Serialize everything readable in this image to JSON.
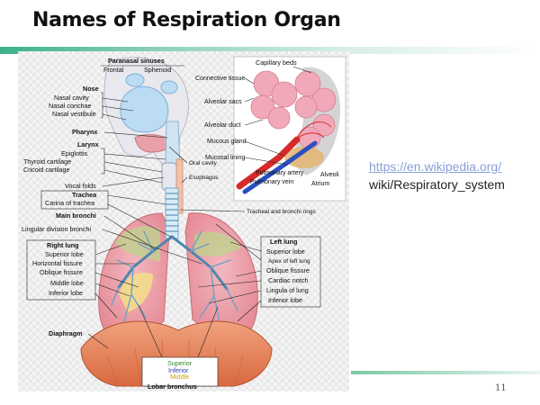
{
  "title": "Names of Respiration Organ",
  "source": {
    "link": "https://en.wikipedia.org/",
    "path": "wiki/Respiratory_system"
  },
  "page_number": "11",
  "diagram": {
    "sinuses": {
      "heading": "Paranasal sinuses",
      "items": [
        "Frontal",
        "Sphenoid"
      ]
    },
    "nose": {
      "heading": "Nose",
      "items": [
        "Nasal cavity",
        "Nasal conchae",
        "Nasal vestibule"
      ]
    },
    "pharynx": "Pharynx",
    "larynx": {
      "heading": "Larynx",
      "items": [
        "Epiglottis",
        "Thyroid cartilage",
        "Cricoid cartilage"
      ]
    },
    "vocal_folds": "Vocal folds",
    "trachea": {
      "heading": "Trachea",
      "items": [
        "Carina of trachea"
      ]
    },
    "main_bronchi": "Main bronchi",
    "lingular": "Lingular division bronchi",
    "right_lung": {
      "heading": "Right lung",
      "items": [
        "Superior lobe",
        "Horizontal fissure",
        "Oblique fissure",
        "Middle lobe",
        "Inferior lobe"
      ]
    },
    "diaphragm": "Diaphragm",
    "lobar": {
      "items": [
        "Superior",
        "Inferior",
        "Middle"
      ],
      "colors": [
        "#2f8a2f",
        "#2a3fc0",
        "#c9a700"
      ],
      "heading": "Lobar bronchus"
    },
    "capillary_beds": "Capillary beds",
    "alveolus_parts": [
      "Connective tissue",
      "Alveolar sacs",
      "Alveolar duct",
      "Mucous gland",
      "Mucosal lining"
    ],
    "oral_cavity": "Oral cavity",
    "esophagus": "Esophagus",
    "pulmonary_artery": "Pulmonary artery",
    "pulmonary_vein": "Pulmonary vein",
    "alveoli": "Alveoli",
    "atrium": "Atrium",
    "tracheal_rings": "Tracheal and bronchi rings",
    "left_lung": {
      "heading": "Left lung",
      "items": [
        "Superior lobe",
        "Apex of left lung",
        "Oblique fissure",
        "Cardiac notch",
        "Lingula of lung",
        "Inferior lobe"
      ]
    }
  }
}
